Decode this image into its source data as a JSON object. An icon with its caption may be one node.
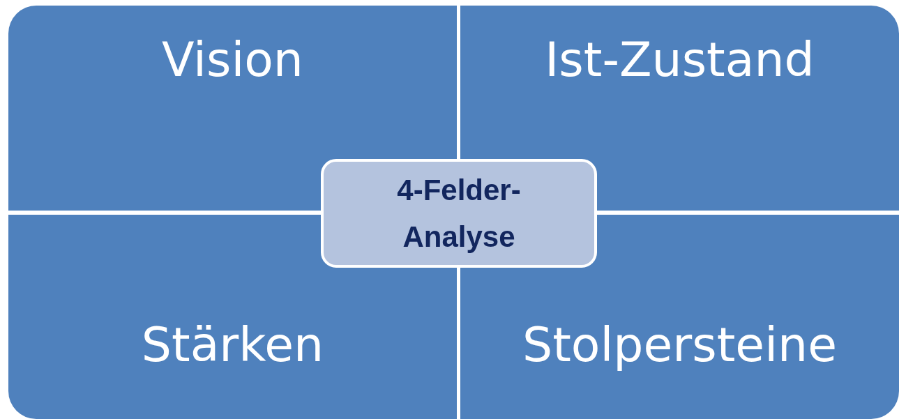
{
  "diagram": {
    "nodes": [
      {
        "text": [
          "Vision"
        ]
      },
      {
        "text": [
          "Ist-Zustand"
        ]
      },
      {
        "text": [
          "Stärken"
        ]
      },
      {
        "text": [
          "Stolpersteine"
        ]
      },
      {
        "text": [
          "4-Felder-Analyse"
        ]
      }
    ],
    "edges": []
  }
}
